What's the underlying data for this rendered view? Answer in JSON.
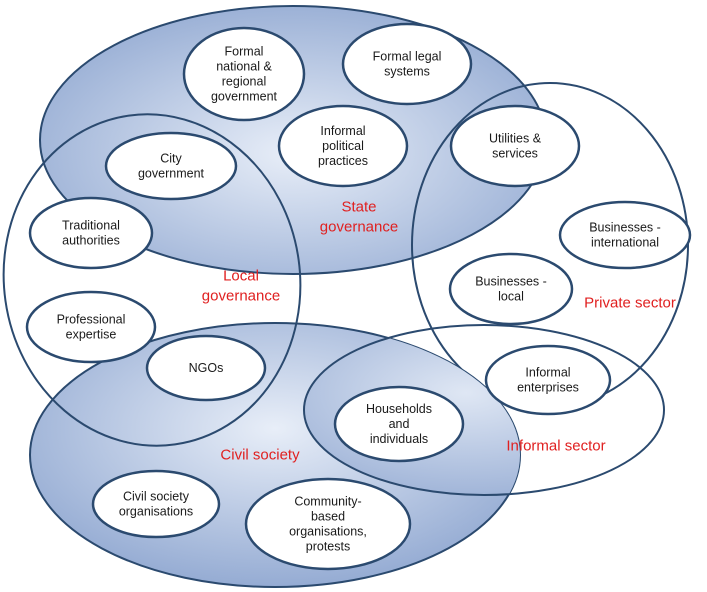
{
  "colors": {
    "outline": "#2b4a6f",
    "fill_light": "#e6ecf6",
    "fill_dark": "#8fa7d1",
    "node_fill": "#ffffff",
    "region_label": "#e02020",
    "node_text": "#1a1a1a"
  },
  "regions": {
    "state": {
      "label": [
        "State",
        "governance"
      ]
    },
    "local": {
      "label": [
        "Local",
        "governance"
      ]
    },
    "private": {
      "label": [
        "Private  sector"
      ]
    },
    "civil": {
      "label": [
        "Civil society"
      ]
    },
    "informal": {
      "label": [
        "Informal sector"
      ]
    }
  },
  "nodes": {
    "formal_govt": [
      "Formal",
      "national &",
      "regional",
      "government"
    ],
    "formal_legal": [
      "Formal legal",
      "systems"
    ],
    "informal_political": [
      "Informal",
      "political",
      "practices"
    ],
    "utilities": [
      "Utilities &",
      "services"
    ],
    "city_govt": [
      "City",
      "government"
    ],
    "traditional": [
      "Traditional",
      "authorities"
    ],
    "professional": [
      "Professional",
      "expertise"
    ],
    "ngos": [
      "NGOs"
    ],
    "businesses_intl": [
      "Businesses -",
      "international"
    ],
    "businesses_local": [
      "Businesses -",
      "local"
    ],
    "informal_enterprises": [
      "Informal",
      "enterprises"
    ],
    "households": [
      "Households",
      "and",
      "individuals"
    ],
    "cso": [
      "Civil society",
      "organisations"
    ],
    "cbo": [
      "Community-",
      "based",
      "organisations,",
      "protests"
    ]
  }
}
